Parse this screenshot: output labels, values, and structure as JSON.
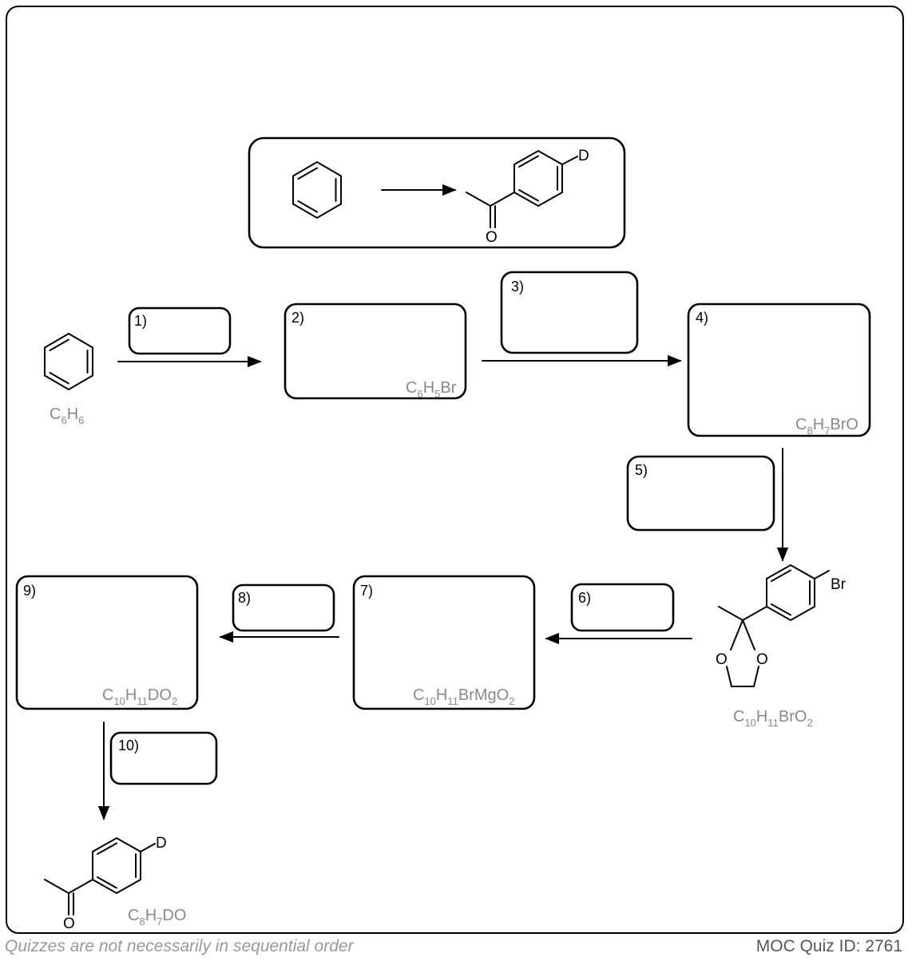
{
  "target": {
    "reagent_from": "",
    "atom_d": "D",
    "atom_o": "O"
  },
  "start": {
    "formula_c": "C",
    "formula_c_sub": "6",
    "formula_h": "H",
    "formula_h_sub": "6"
  },
  "steps": {
    "s1": "1)",
    "s2": "2)",
    "s3": "3)",
    "s4": "4)",
    "s5": "5)",
    "s6": "6)",
    "s7": "7)",
    "s8": "8)",
    "s9": "9)",
    "s10": "10)"
  },
  "formulas": {
    "f2": {
      "parts": [
        "C",
        "6",
        "H",
        "5",
        "Br"
      ]
    },
    "f4": {
      "parts": [
        "C",
        "8",
        "H",
        "7",
        "BrO"
      ]
    },
    "f7": {
      "parts": [
        "C",
        "10",
        "H",
        "11",
        "BrMgO",
        "2"
      ]
    },
    "f9": {
      "parts": [
        "C",
        "10",
        "H",
        "11",
        "DO",
        "2"
      ]
    },
    "fketal": {
      "parts": [
        "C",
        "10",
        "H",
        "11",
        "BrO",
        "2"
      ]
    },
    "ffinal": {
      "parts": [
        "C",
        "8",
        "H",
        "7",
        "DO"
      ]
    }
  },
  "atoms": {
    "br": "Br",
    "o": "O",
    "d": "D"
  },
  "footer": {
    "left": "Quizzes are not necessarily in sequential order",
    "right": "MOC Quiz ID: 2761"
  }
}
